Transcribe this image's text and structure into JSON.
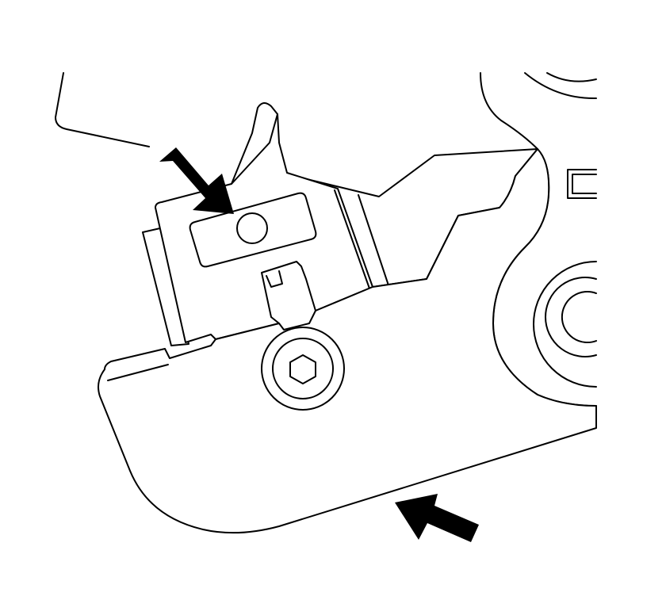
{
  "diagram": {
    "background": "#ffffff",
    "line_color": "#000000",
    "arrow_color": "#000000",
    "callouts": [
      {
        "id": "arrow-upper",
        "points_to": "bracket-slot-pin"
      },
      {
        "id": "arrow-lower",
        "points_to": "lower-housing-edge"
      }
    ]
  }
}
